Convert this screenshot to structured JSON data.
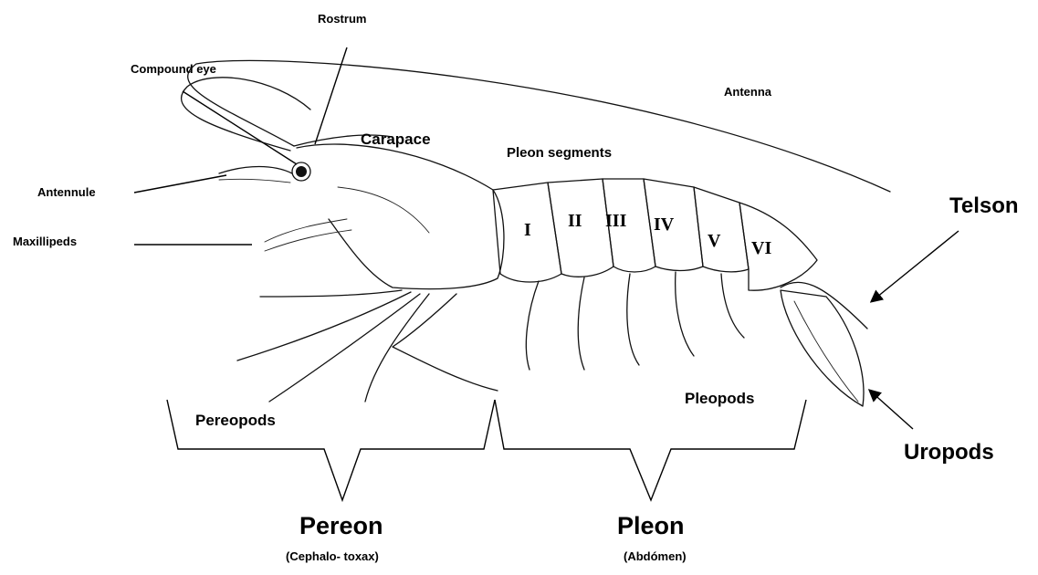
{
  "labels": {
    "rostrum": "Rostrum",
    "compound_eye": "Compound eye",
    "antenna": "Antenna",
    "carapace": "Carapace",
    "pleon_segments": "Pleon segments",
    "antennule": "Antennule",
    "maxillipeds": "Maxillipeds",
    "telson": "Telson",
    "pereopods": "Pereopods",
    "pleopods": "Pleopods",
    "uropods": "Uropods",
    "pereon": "Pereon",
    "pereon_sub": "(Cephalo- toxax)",
    "pleon": "Pleon",
    "pleon_sub": "(Abdómen)"
  },
  "segments": [
    "I",
    "II",
    "III",
    "IV",
    "V",
    "VI"
  ]
}
